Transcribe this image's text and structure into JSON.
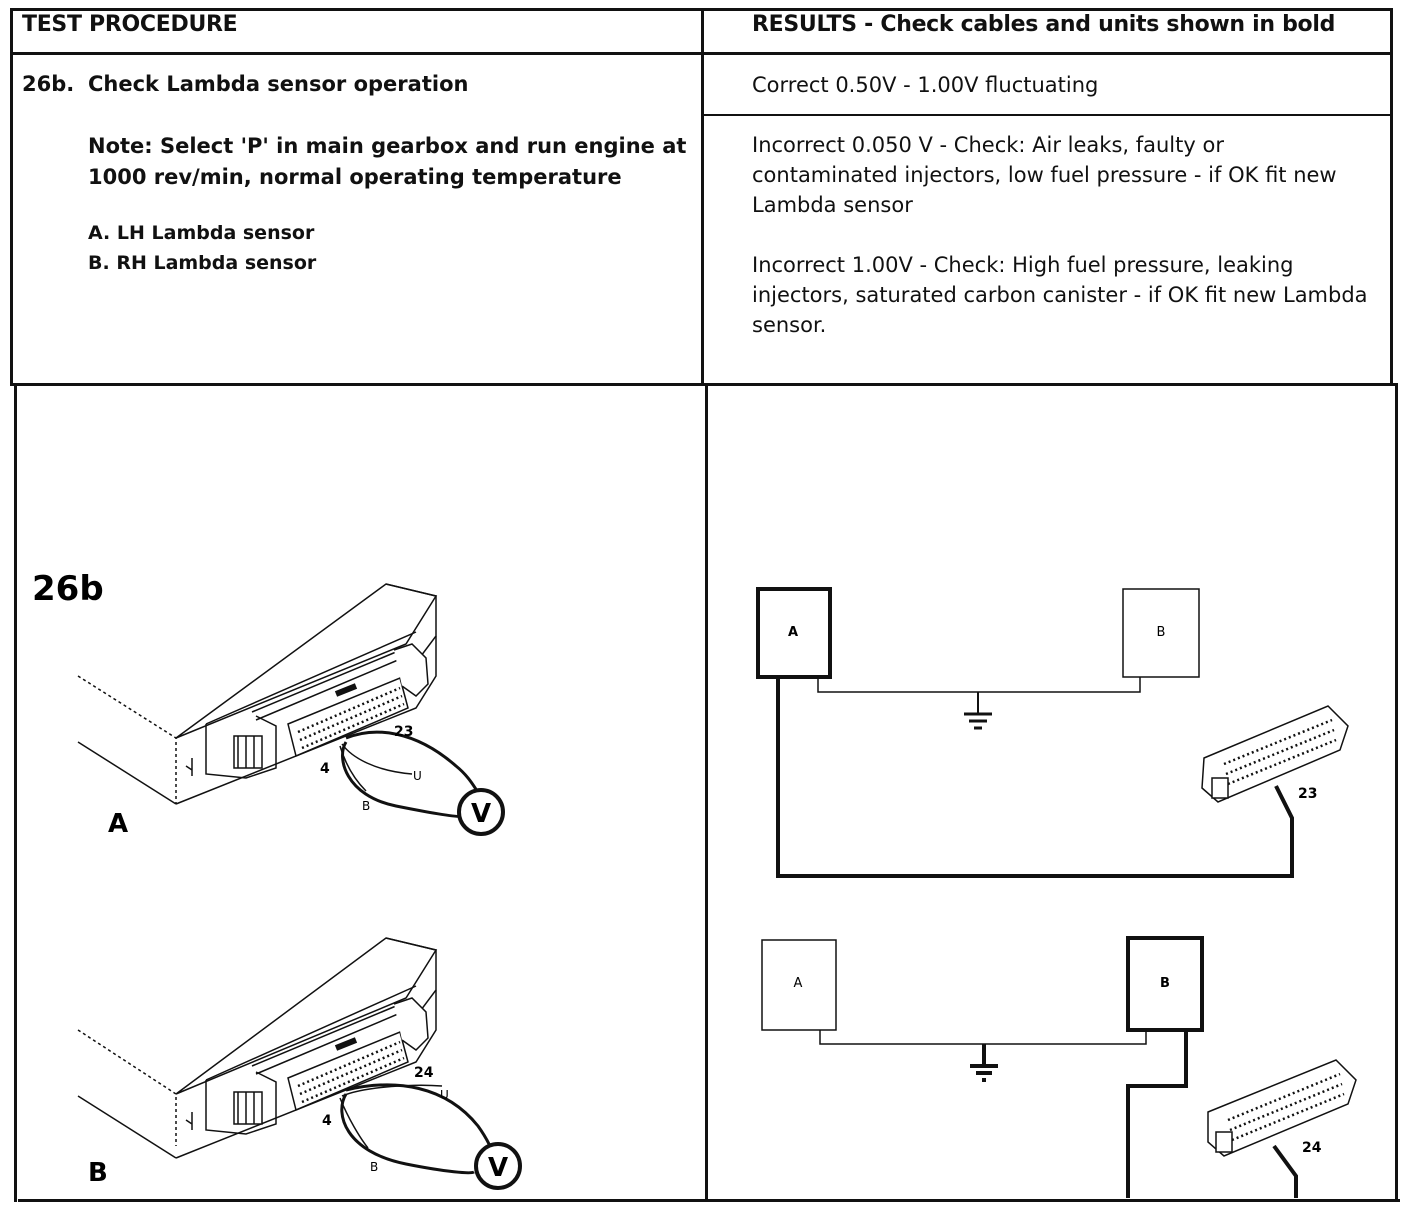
{
  "header": {
    "test_procedure": "TEST PROCEDURE",
    "results": "RESULTS - Check cables and units shown in bold"
  },
  "procedure": {
    "step_number": "26b.",
    "step_title": "Check Lambda sensor operation",
    "note": "Note: Select 'P' in main gearbox and run engine at 1000 rev/min, normal operating temperature",
    "sensor_a": "A. LH Lambda sensor",
    "sensor_b": "B. RH Lambda sensor"
  },
  "results": {
    "correct": "Correct 0.50V - 1.00V fluctuating",
    "incorrect_low": "Incorrect 0.050 V - Check: Air leaks, faulty or contaminated injectors, low fuel pressure - if OK fit new Lambda sensor",
    "incorrect_high": "Incorrect 1.00V - Check: High fuel pressure, leaking injectors, saturated carbon canister - if OK fit new Lambda sensor."
  },
  "figure": {
    "id": "26b",
    "panel_a": {
      "label": "A",
      "pin_top": "23",
      "pin_bottom": "4",
      "wire_u": "U",
      "wire_b": "B",
      "meter": "V"
    },
    "panel_b": {
      "label": "B",
      "pin_top": "24",
      "pin_bottom": "4",
      "wire_u": "U",
      "wire_b": "B",
      "meter": "V"
    }
  },
  "circuit": {
    "top": {
      "box_a": "A",
      "box_b": "B",
      "pin": "23"
    },
    "bottom": {
      "box_a": "A",
      "box_b": "B",
      "pin": "24"
    }
  }
}
